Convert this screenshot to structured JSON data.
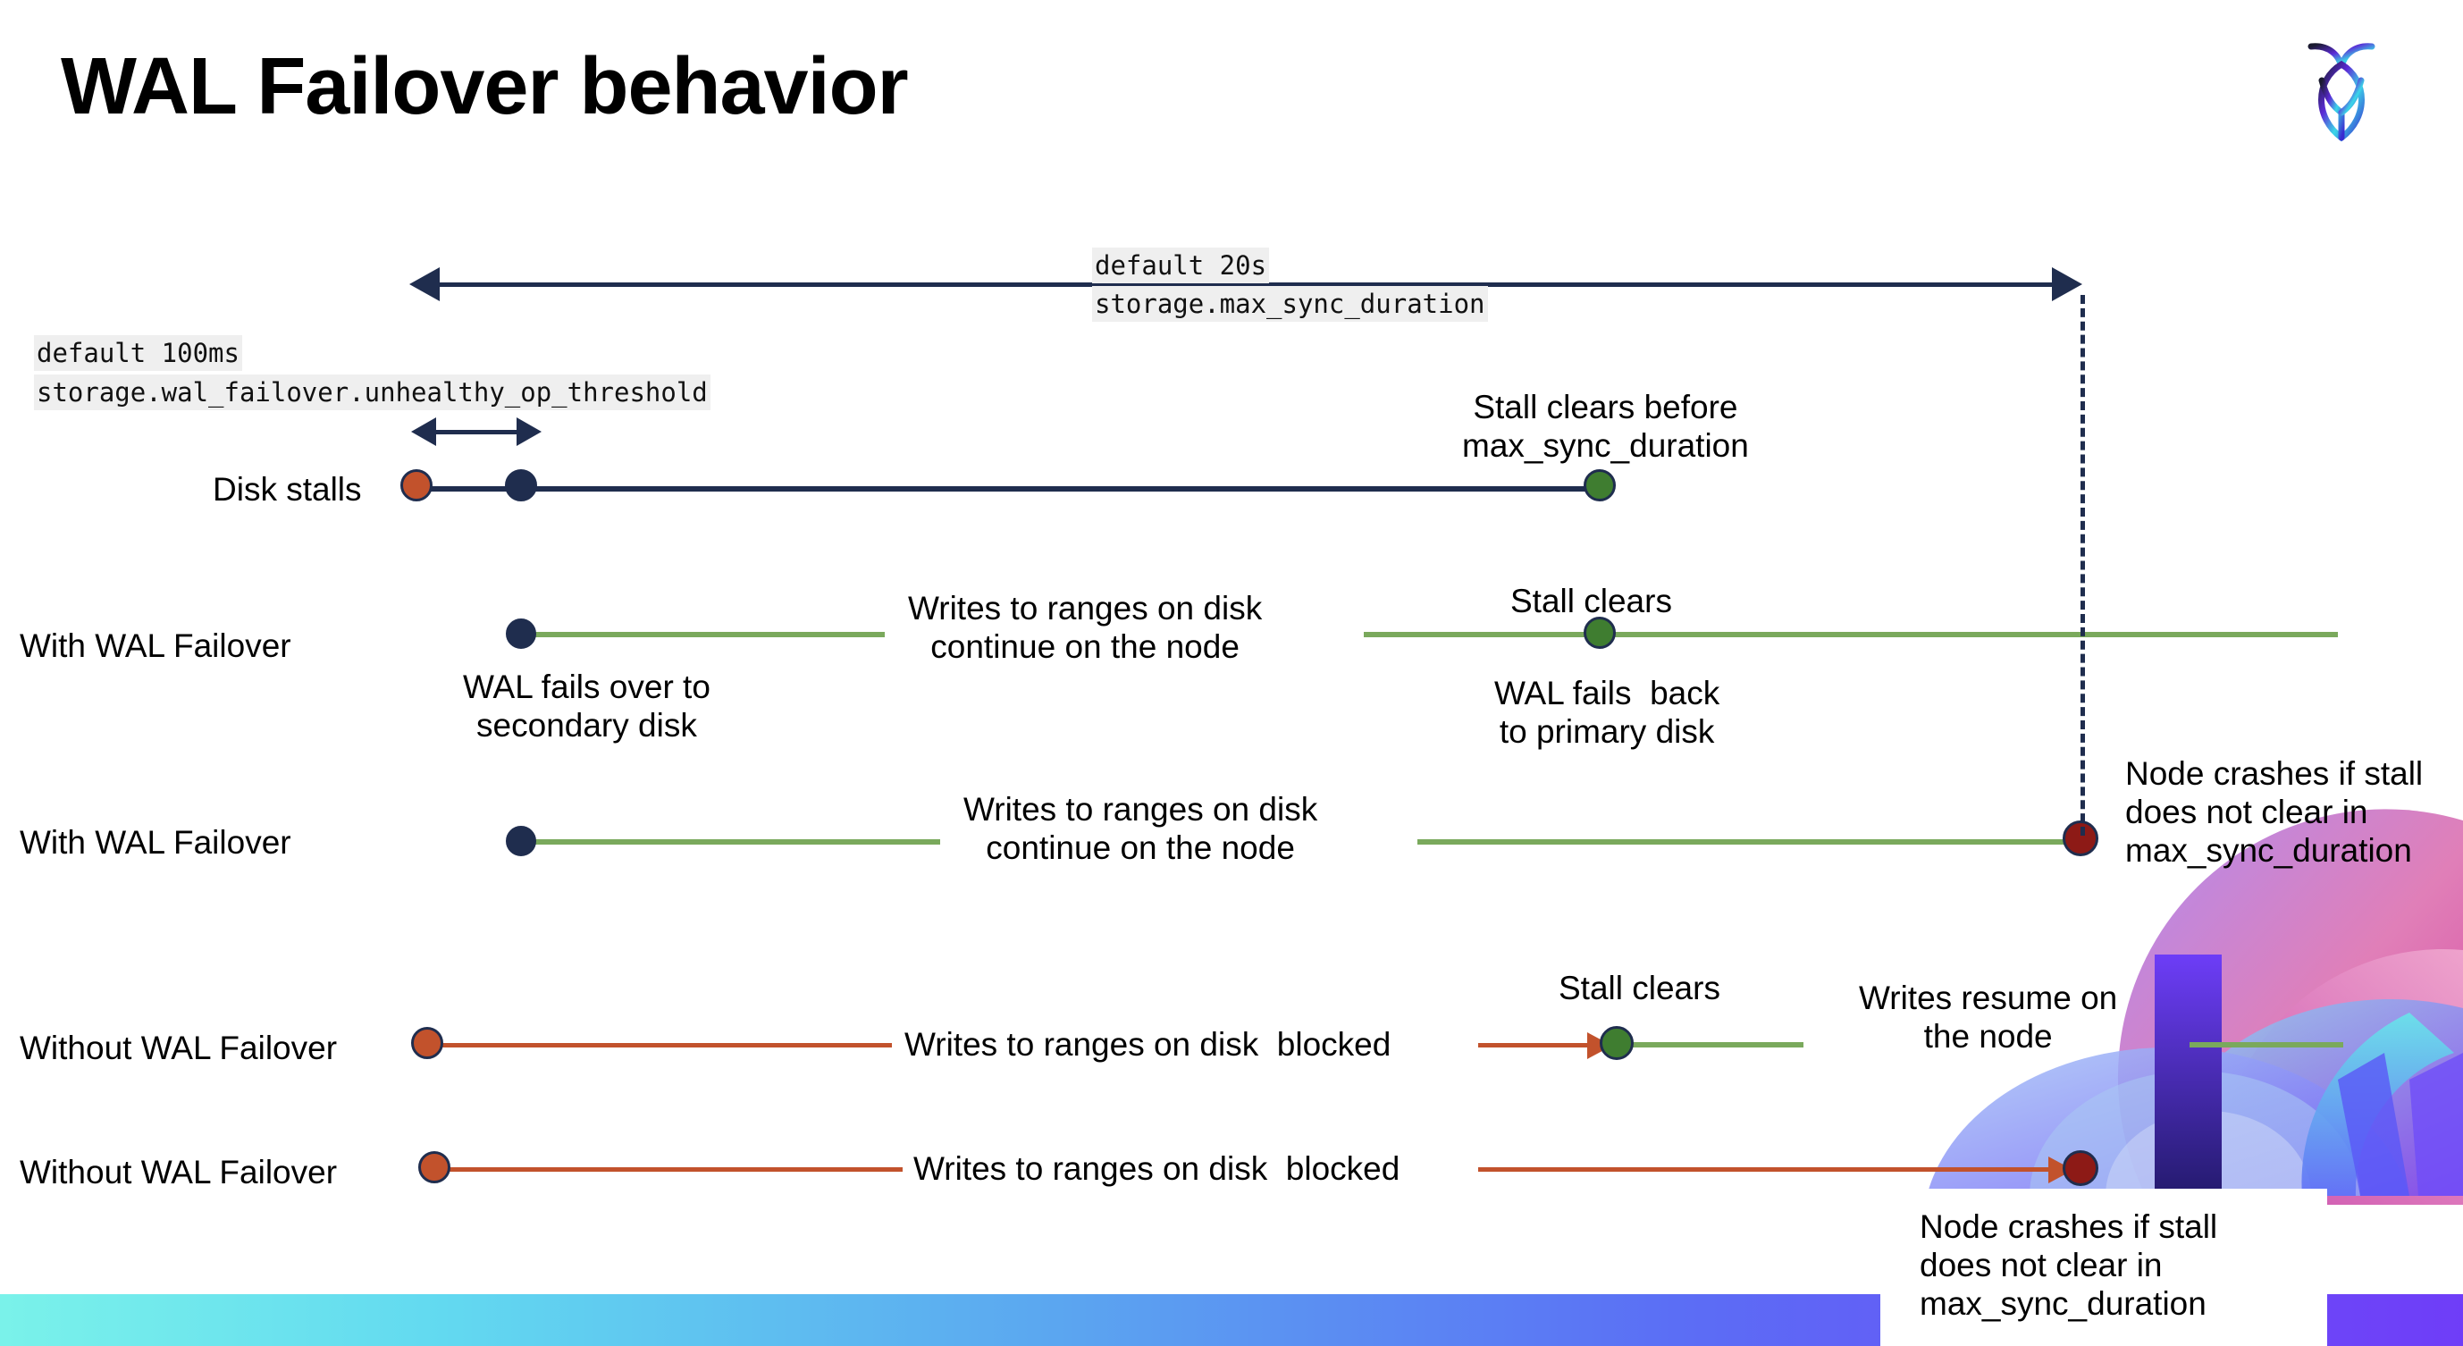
{
  "slide": {
    "title": "WAL Failover behavior",
    "logo_name": "cockroachdb-logo"
  },
  "settings": [
    {
      "id": "max-sync-duration",
      "default_label": "default 20s",
      "setting_name": "storage.max_sync_duration"
    },
    {
      "id": "unhealthy-op-threshold",
      "default_label": "default 100ms",
      "setting_name": "storage.wal_failover.unhealthy_op_threshold"
    }
  ],
  "rows": [
    {
      "id": "disk-stalls",
      "label": "Disk stalls",
      "annotations": [
        {
          "id": "stall-clears-before",
          "text": "Stall clears before\nmax_sync_duration"
        }
      ]
    },
    {
      "id": "with-wal-failover-clears",
      "label": "With WAL Failover",
      "annotations": [
        {
          "id": "writes-continue-1",
          "text": "Writes to ranges on disk\ncontinue on the node"
        },
        {
          "id": "wal-fails-over",
          "text": "WAL fails over to\nsecondary disk"
        },
        {
          "id": "stall-clears-1",
          "text": "Stall clears"
        },
        {
          "id": "wal-fails-back",
          "text": "WAL fails  back\nto primary disk"
        }
      ]
    },
    {
      "id": "with-wal-failover-crash",
      "label": "With WAL Failover",
      "annotations": [
        {
          "id": "writes-continue-2",
          "text": "Writes to ranges on disk\ncontinue on the node"
        },
        {
          "id": "node-crashes-1",
          "text": "Node crashes if stall\ndoes not clear in\nmax_sync_duration"
        }
      ]
    },
    {
      "id": "without-wal-failover-clears",
      "label": "Without WAL Failover",
      "annotations": [
        {
          "id": "writes-blocked-1",
          "text": "Writes to ranges on disk  blocked"
        },
        {
          "id": "stall-clears-2",
          "text": "Stall clears"
        },
        {
          "id": "writes-resume",
          "text": "Writes resume on\nthe node"
        }
      ]
    },
    {
      "id": "without-wal-failover-crash",
      "label": "Without WAL Failover",
      "annotations": [
        {
          "id": "writes-blocked-2",
          "text": "Writes to ranges on disk  blocked"
        },
        {
          "id": "node-crashes-2",
          "text": "Node crashes if stall\ndoes not clear in\nmax_sync_duration"
        }
      ]
    }
  ],
  "legend_colors": {
    "navy": "#1f2d4e",
    "green_line": "#7aa95c",
    "green_dot": "#3f7d30",
    "orange": "#c2522c",
    "dark_red": "#8d1a16",
    "chip_background": "#efefef"
  }
}
